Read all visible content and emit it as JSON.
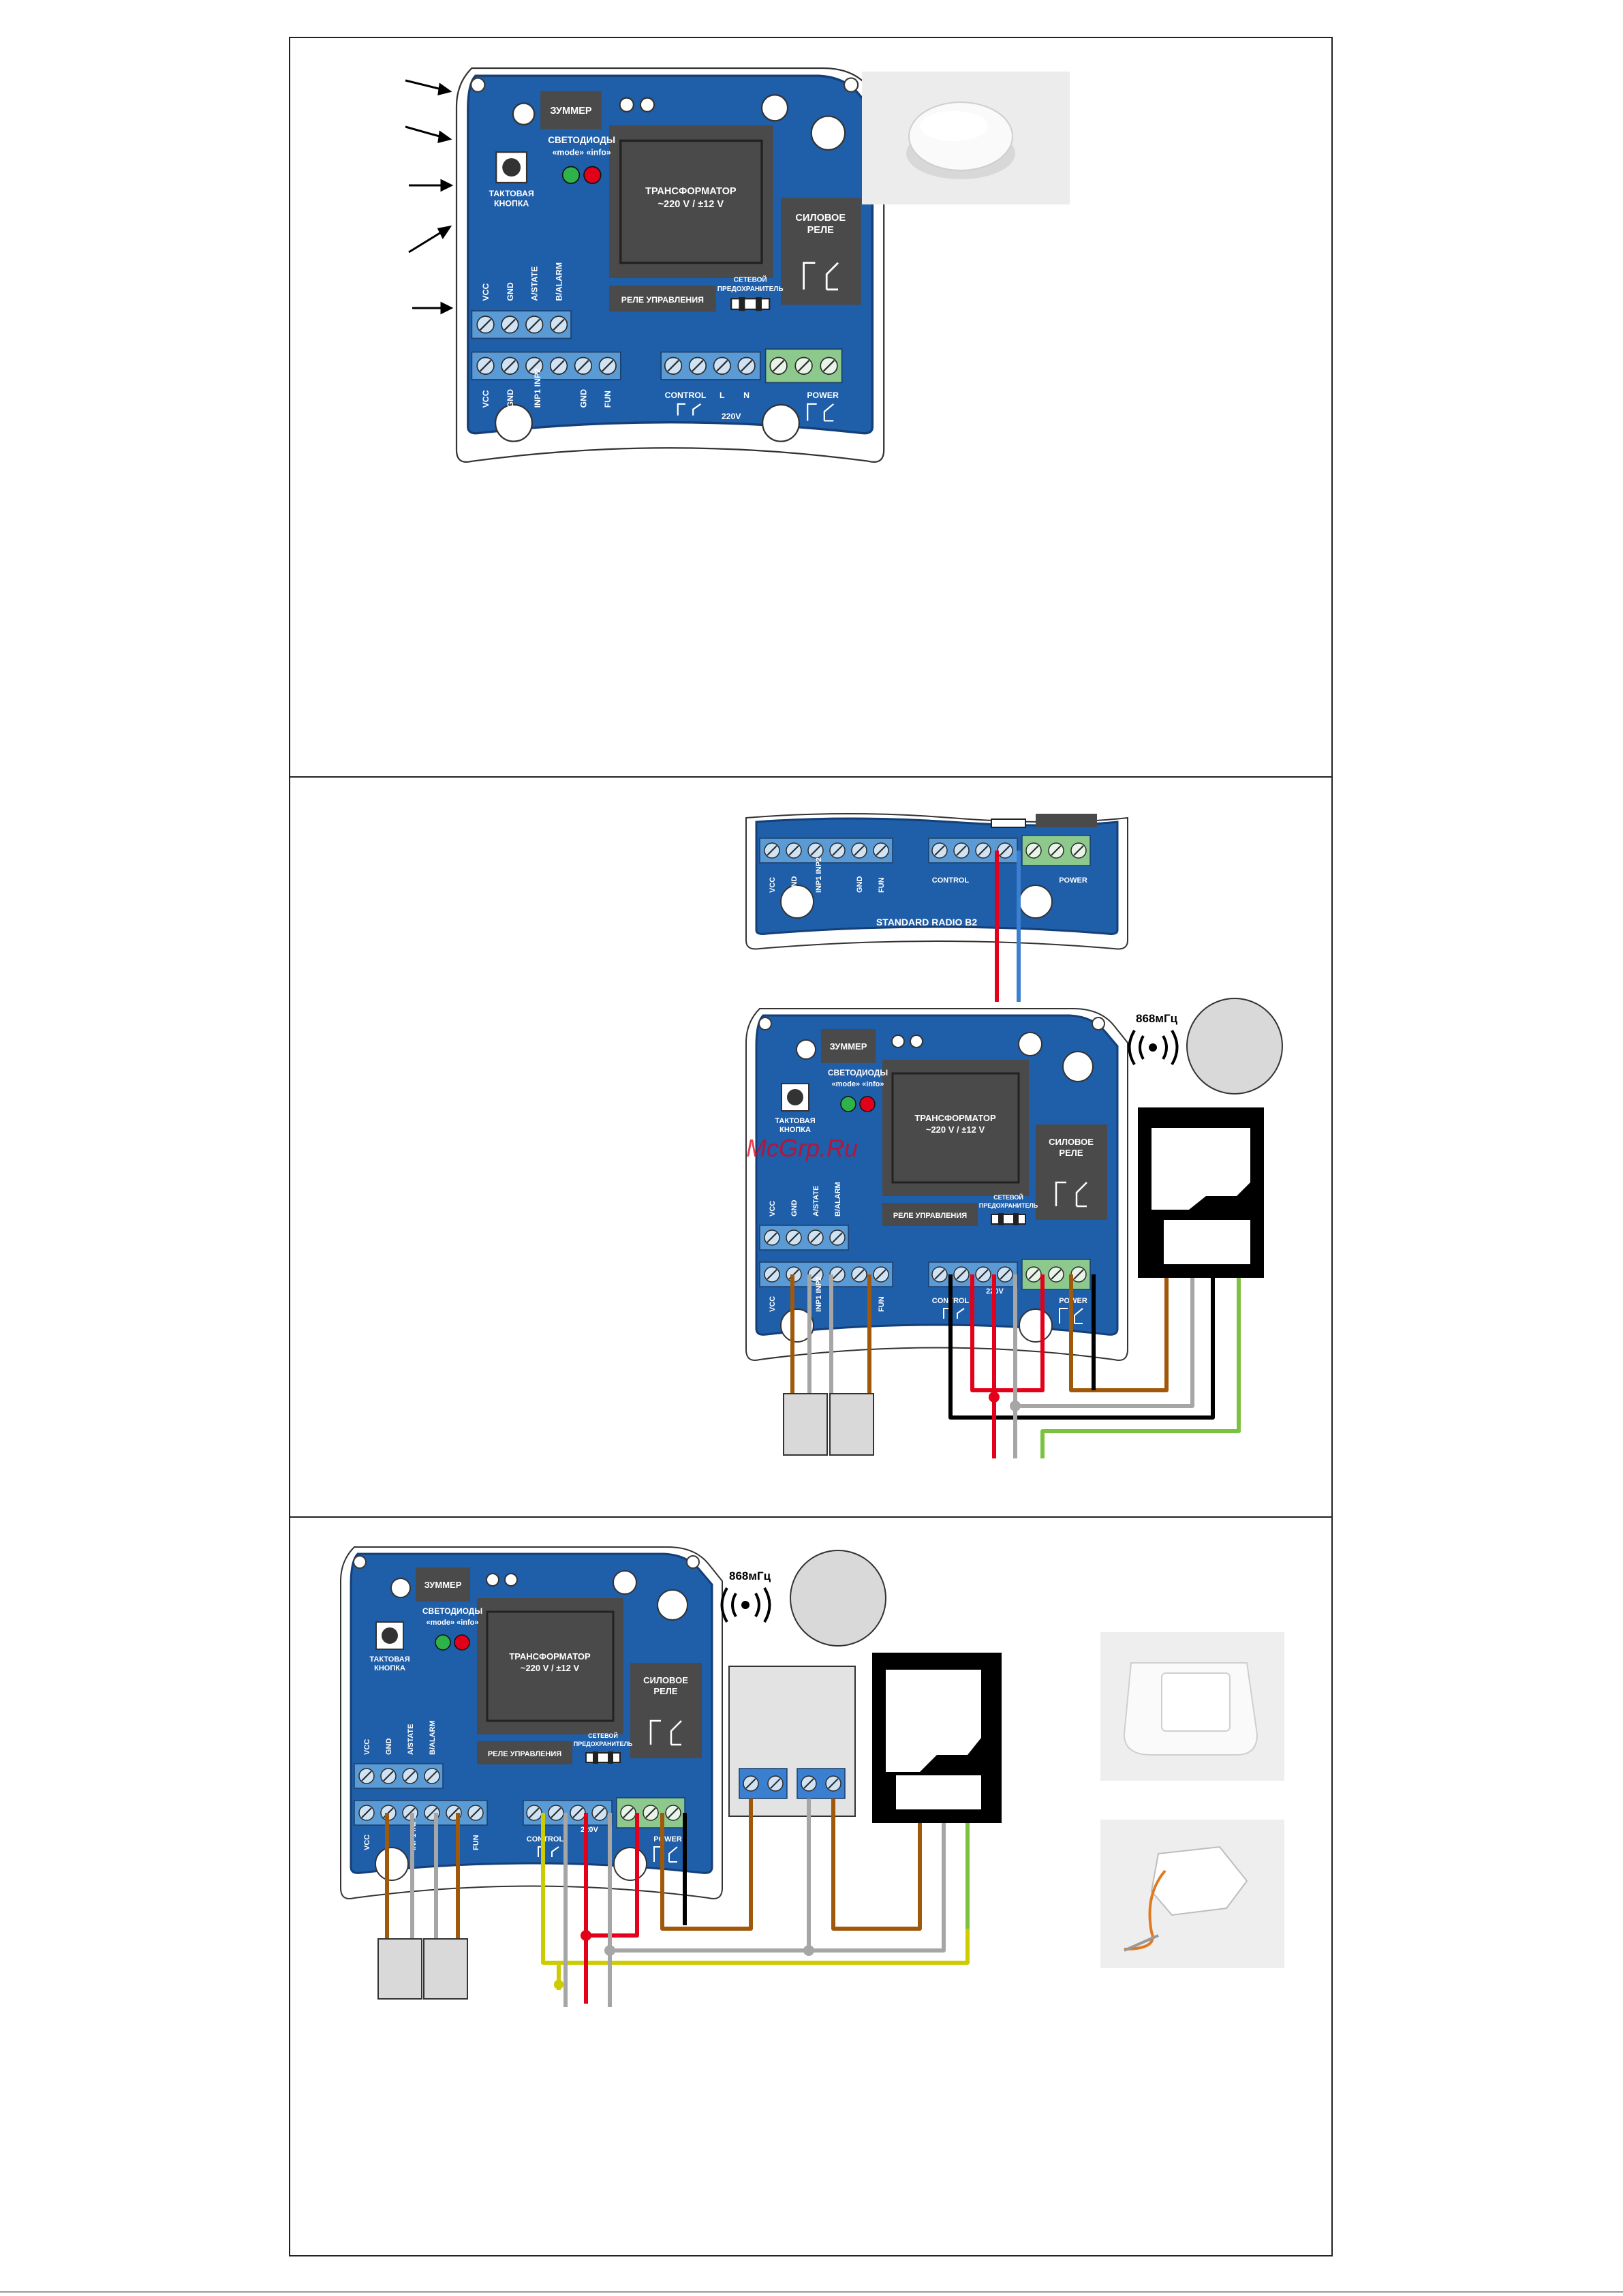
{
  "board": {
    "buzzer": "ЗУММЕР",
    "leds_label": "СВЕТОДИОДЫ",
    "leds_sub": "«mode» «info»",
    "button_line1": "ТАКТОВАЯ",
    "button_line2": "КНОПКА",
    "transformer_line1": "ТРАНСФОРМАТОР",
    "transformer_line2": "~220 V / ±12 V",
    "power_relay_line1": "СИЛОВОЕ",
    "power_relay_line2": "РЕЛЕ",
    "control_relay": "РЕЛЕ УПРАВЛЕНИЯ",
    "fuse_line1": "СЕТЕВОЙ",
    "fuse_line2": "ПРЕДОХРАНИТЕЛЬ",
    "top_pins": [
      "VCC",
      "GND",
      "A/STATE",
      "B/ALARM"
    ],
    "bottom_pins": [
      "VCC",
      "GND",
      "INP1 INP2",
      "GND",
      "FUN"
    ],
    "control": "CONTROL",
    "l": "L",
    "n": "N",
    "v220": "220V",
    "power": "POWER",
    "model": "STANDARD RADIO B2"
  },
  "radio": {
    "freq": "868мГц"
  },
  "watermark": "McGrp.Ru",
  "colors": {
    "board": "#1f5ea8",
    "board_edge": "#143f78",
    "terminal_blue": "#5b9bd5",
    "terminal_green": "#8dc98d",
    "gray_box": "#4a4a4a",
    "wire_red": "#e2001a",
    "wire_blue": "#3a7fd0",
    "wire_brown": "#a0580a",
    "wire_gray": "#a6a6a6",
    "wire_black": "#000000",
    "wire_green": "#7cc242",
    "wire_yellow": "#cccc00"
  }
}
